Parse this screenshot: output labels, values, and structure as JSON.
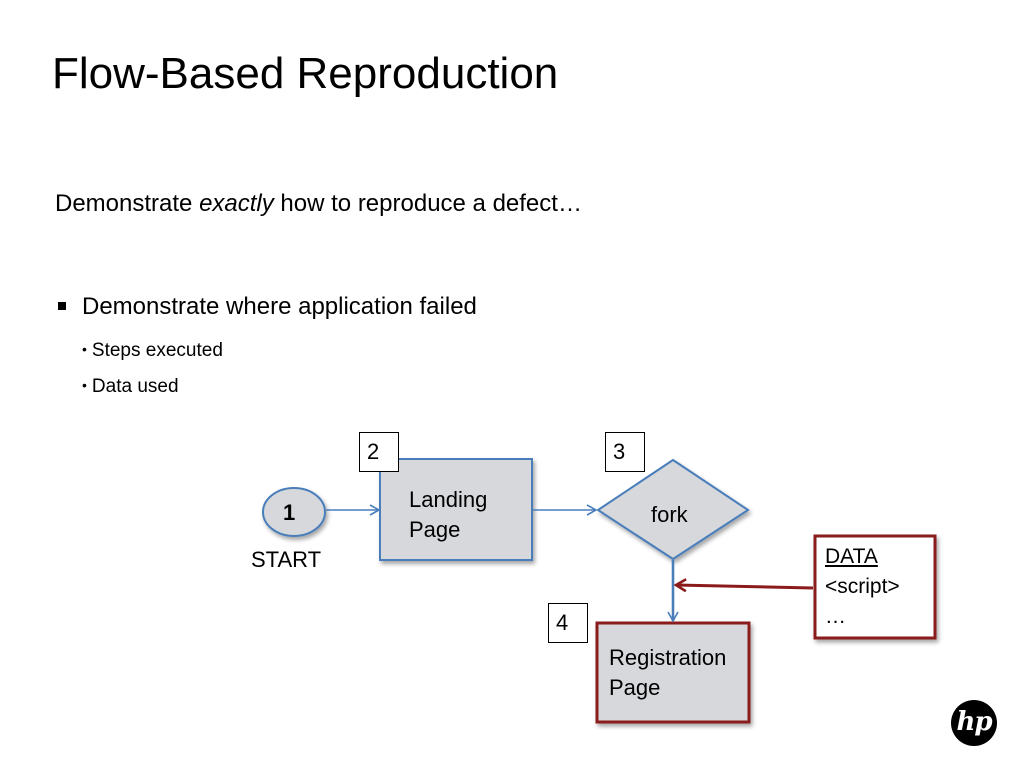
{
  "slide": {
    "title": "Flow-Based Reproduction",
    "intro": {
      "before": "Demonstrate ",
      "emphasis": "exactly",
      "after": " how to reproduce a defect…"
    },
    "bullet": "Demonstrate where application failed",
    "sub_bullets": [
      "Steps executed",
      "Data used"
    ]
  },
  "diagram": {
    "start_node": {
      "number": "1",
      "label": "START"
    },
    "landing": {
      "step": "2",
      "line1": "Landing",
      "line2": "Page"
    },
    "fork": {
      "step": "3",
      "label": "fork"
    },
    "registration": {
      "step": "4",
      "line1": "Registration",
      "line2": "Page"
    },
    "data_box": {
      "heading": "DATA",
      "line2": "<script>",
      "line3": "…"
    }
  },
  "logo": {
    "text": "hp"
  },
  "colors": {
    "node_fill": "#d6d8dc",
    "node_stroke": "#4a7ebb",
    "error_stroke": "#8b1a1a",
    "arrow_blue": "#4a7ebb"
  }
}
